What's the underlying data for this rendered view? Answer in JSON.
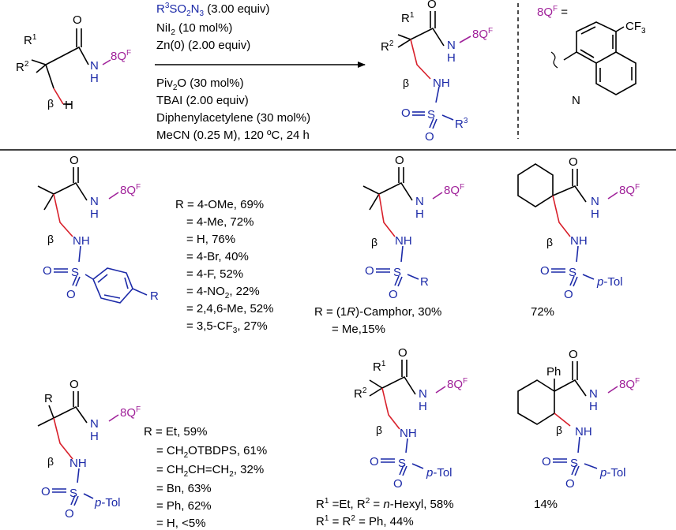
{
  "scheme": {
    "reactant": {
      "r1": "R",
      "r1_sup": "1",
      "r2": "R",
      "r2_sup": "2",
      "nh_n": "N",
      "nh_h": "H",
      "beta": "β",
      "h": "H",
      "o": "O",
      "aux": "8Q",
      "aux_sup": "F"
    },
    "conditions_top": {
      "line1": {
        "a": "R",
        "a_sup": "3",
        "b": "SO",
        "b_sub": "2",
        "c": "N",
        "c_sub": "3",
        "d": " (3.00 equiv)"
      },
      "line2": {
        "a": "NiI",
        "a_sub": "2",
        "b": " (10 mol%)"
      },
      "line3": "Zn(0) (2.00 equiv)"
    },
    "conditions_bottom": {
      "line1": {
        "a": "Piv",
        "a_sub": "2",
        "b": "O (30 mol%)"
      },
      "line2": "TBAI (2.00 equiv)",
      "line3": "Diphenylacetylene (30 mol%)",
      "line4": "MeCN (0.25 M), 120 ºC, 24 h"
    },
    "product": {
      "r1": "R",
      "r1_sup": "1",
      "r2": "R",
      "r2_sup": "2",
      "beta": "β",
      "nh": "NH",
      "o1": "O",
      "o2": "O",
      "s": "S",
      "r3": "R",
      "r3_sup": "3"
    },
    "aux_def": {
      "label": "8Q",
      "label_sup": "F",
      "eq": " =",
      "cf3": "CF",
      "cf3_sub": "3",
      "n": "N"
    }
  },
  "examples": {
    "ex1": {
      "list": [
        "R = 4-OMe, 69%",
        "= 4-Me, 72%",
        "= H, 76%",
        "= 4-Br, 40%",
        "= 4-F, 52%",
        {
          "a": "= 4-NO",
          "a_sub": "2",
          "b": ", 22%"
        },
        "= 2,4,6-Me, 52%",
        {
          "a": "= 3,5-CF",
          "a_sub": "3",
          "b": ", 27%"
        }
      ],
      "r": "R"
    },
    "ex2": {
      "r": "R",
      "line1": {
        "a": "R = (1",
        "b": "R",
        "c": ")-Camphor, 30%"
      },
      "line2": "= Me,15%"
    },
    "ex3": {
      "yield": "72%",
      "ptol": {
        "p": "p",
        "rest": "-Tol"
      }
    },
    "ex4": {
      "list": [
        "R = Et, 59%",
        {
          "a": "= CH",
          "a_sub": "2",
          "b": "OTBDPS, 61%"
        },
        {
          "a": "= CH",
          "a_sub": "2",
          "b": "CH=CH",
          "b_sub": "2",
          "c": ", 32%"
        },
        "= Bn, 63%",
        "= Ph, 62%",
        "= H, <5%"
      ],
      "r": "R"
    },
    "ex5": {
      "line1": {
        "a": "R",
        "a_sup": "1",
        "b": " =Et, R",
        "b_sup": "2",
        "c": " = ",
        "d": "n",
        "e": "-Hexyl, 58%"
      },
      "line2": {
        "a": "R",
        "a_sup": "1",
        "b": " = R",
        "b_sup": "2",
        "c": " = Ph, 44%"
      }
    },
    "ex6": {
      "ph": "Ph",
      "yield": "14%"
    }
  },
  "colors": {
    "aux": "#a0229a",
    "sulfonyl": "#1c2aa8",
    "alkyl": "#d8202b",
    "bond": "#000000"
  }
}
